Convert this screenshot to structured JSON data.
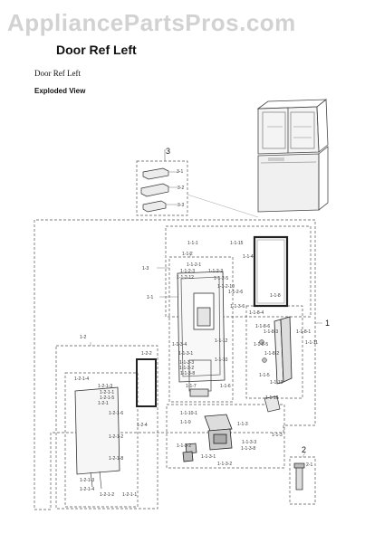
{
  "watermark": "AppliancePartsPros.com",
  "title": "Door Ref Left",
  "subtitle": "Door Ref Left",
  "view_label": "Exploded View",
  "callouts": {
    "group1": "1",
    "group1_2": "1-2",
    "group2": "2",
    "group2_1": "2-1",
    "group3": "3",
    "group3_1": "3-1",
    "group3_2": "3-2",
    "group3_3": "3-3",
    "l1_1": "1-1",
    "l1_3": "1-3",
    "l1_1_1": "1-1-1",
    "l1_1_2": "1-1-2",
    "l1_1_4": "1-1-4",
    "l1_1_5": "1-1-5",
    "l1_1_6": "1-1-6",
    "l1_1_7": "1-1-7",
    "l1_1_8": "1-1-8",
    "l1_1_9": "1-1-9",
    "l1_1_10": "1-1-10",
    "l1_1_12": "1-1-12",
    "l1_1_13": "1-1-13",
    "l1_1_3": "1-1-3",
    "l1_2_2": "1-2-2",
    "l1_2_4": "1-2-4",
    "l1_2_1": "1-2-1",
    "l1_2_1_4": "1-2-1-4",
    "l1_2_1_3": "1-2-1-3",
    "l1_2_1_5": "1-2-1-5",
    "l1_2_1_6": "1-2-1-6",
    "l1_2_1_2": "1-2-1-2",
    "l1_2_1_1": "1-2-1-1",
    "l1_2_1_8": "1-2-1-8",
    "l1_1_2_1": "1-1-2-1",
    "l1_1_2_2": "1-1-2-2",
    "l1_1_2_3": "1-1-2-3",
    "l1_1_2_5": "1-1-2-5",
    "l1_1_2_6": "1-1-2-6",
    "l1_1_2_10": "1-1-2-10",
    "l1_1_2_12": "1-1-2-12",
    "l1_1_3_1": "1-1-3-1",
    "l1_1_3_2": "1-1-3-2",
    "l1_1_3_3": "1-1-3-3",
    "l1_1_3_4": "1-1-3-4",
    "l1_1_3_6": "1-1-3-6",
    "l1_1_3_8": "1-1-3-8",
    "l1_1_8_1": "1-1-8-1",
    "l1_1_8_2": "1-1-8-2",
    "l1_1_8_3": "1-1-8-3",
    "l1_1_8_4": "1-1-8-4",
    "l1_1_8_5": "1-1-8-5",
    "l1_1_8_6": "1-1-8-6",
    "l1_1_10_1": "1-1-10-1",
    "l1_1_11": "1-1-11",
    "l1_1_15": "1-1-15",
    "l1_1_16": "1-1-16"
  }
}
